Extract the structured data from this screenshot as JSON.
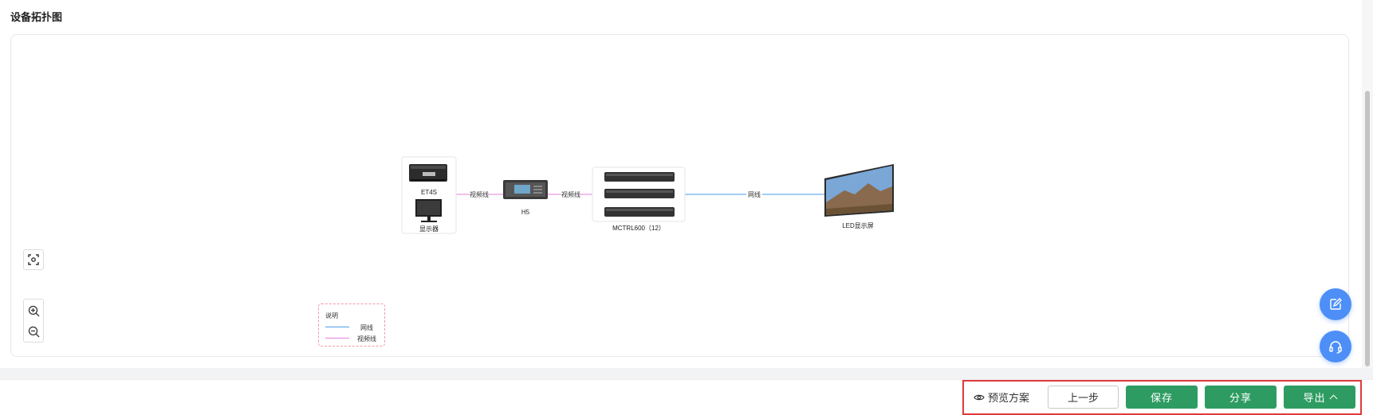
{
  "page": {
    "section_title": "设备拓扑图"
  },
  "topology": {
    "nodes": {
      "et4s": "ET4S",
      "monitor": "显示器",
      "h5": "H5",
      "mctrl": "MCTRL600（12）",
      "led": "LED显示屏"
    },
    "links": {
      "video1": "视频线",
      "video2": "视频线",
      "net": "网线"
    }
  },
  "legend": {
    "title": "说明",
    "items": [
      {
        "label": "网线",
        "color": "#4a9be8"
      },
      {
        "label": "视频线",
        "color": "#e37fe0"
      }
    ]
  },
  "tools": {
    "fit_icon": "fit-view-icon",
    "zoom_in_icon": "zoom-in-icon",
    "zoom_out_icon": "zoom-out-icon"
  },
  "footer": {
    "preview_label": "预览方案",
    "prev_label": "上一步",
    "save_label": "保存",
    "share_label": "分享",
    "export_label": "导出"
  },
  "colors": {
    "accent_green": "#2e9c62",
    "float_blue": "#4d8ff7",
    "highlight_red": "#e03a3a",
    "net_line": "#4a9be8",
    "video_line": "#e37fe0"
  }
}
